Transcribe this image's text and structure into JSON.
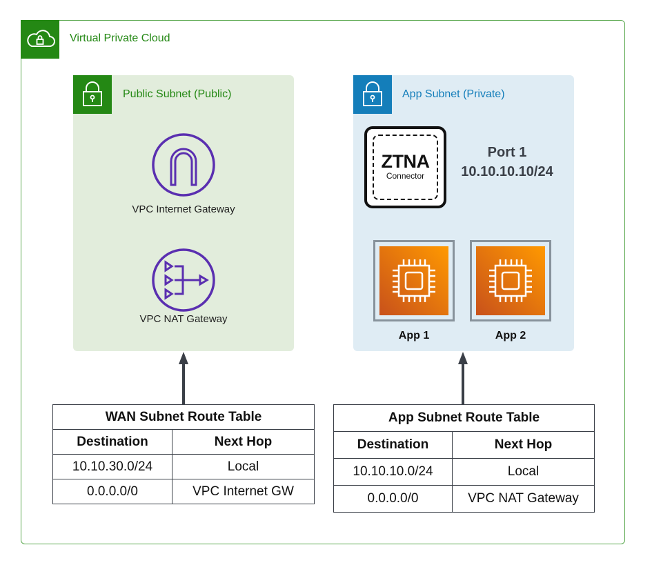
{
  "vpc": {
    "title": "Virtual Private Cloud",
    "icon": "cloud-lock-icon",
    "color": "#248814"
  },
  "public_subnet": {
    "title": "Public Subnet (Public)",
    "icon": "padlock-icon",
    "color": "#248814",
    "background": "#e2eddc",
    "nodes": [
      {
        "label": "VPC Internet Gateway",
        "icon": "internet-gateway-icon"
      },
      {
        "label": "VPC NAT Gateway",
        "icon": "nat-gateway-icon"
      }
    ]
  },
  "app_subnet": {
    "title": "App Subnet (Private)",
    "icon": "padlock-icon",
    "color": "#147eba",
    "background": "#dfecf4",
    "ztna": {
      "main": "ZTNA",
      "sub": "Connector"
    },
    "port": {
      "name": "Port 1",
      "ip": "10.10.10.10/24"
    },
    "apps": [
      {
        "label": "App 1",
        "icon": "ec2-instance-icon"
      },
      {
        "label": "App 2",
        "icon": "ec2-instance-icon"
      }
    ]
  },
  "route_tables": [
    {
      "title": "WAN Subnet Route Table",
      "columns": [
        "Destination",
        "Next Hop"
      ],
      "rows": [
        [
          "10.10.30.0/24",
          "Local"
        ],
        [
          "0.0.0.0/0",
          "VPC Internet GW"
        ]
      ]
    },
    {
      "title": "App Subnet Route Table",
      "columns": [
        "Destination",
        "Next Hop"
      ],
      "rows": [
        [
          "10.10.10.0/24",
          "Local"
        ],
        [
          "0.0.0.0/0",
          "VPC NAT Gateway"
        ]
      ]
    }
  ]
}
